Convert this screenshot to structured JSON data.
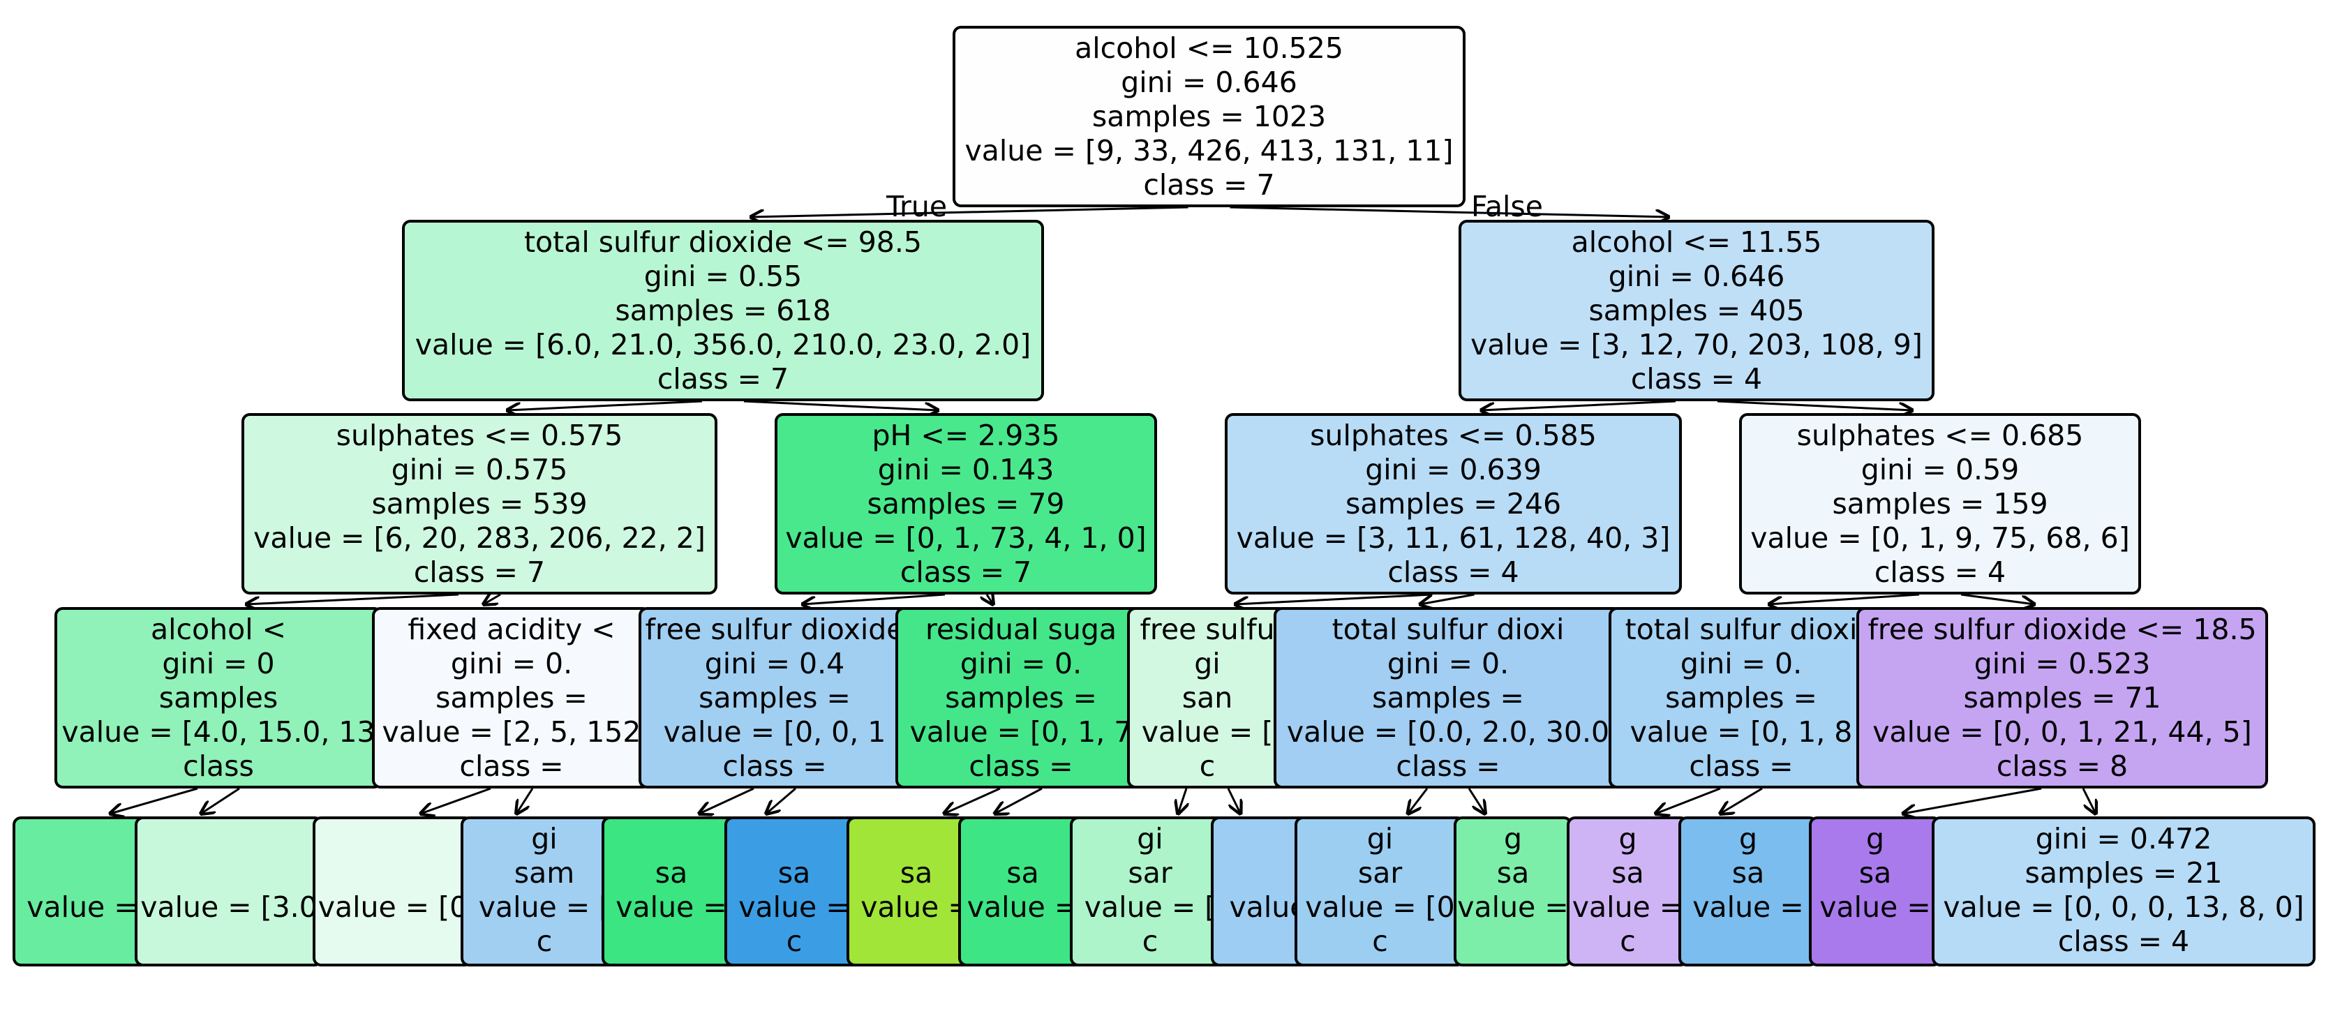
{
  "edge_labels": {
    "left": "True",
    "right": "False"
  },
  "nodes": {
    "root": {
      "color": "#fdfefd",
      "lines": [
        "alcohol <= 10.525",
        "gini = 0.646",
        "samples = 1023",
        "value = [9, 33, 426, 413, 131, 11]",
        "class = 7"
      ]
    },
    "n1": {
      "color": "#b7f6d2",
      "lines": [
        "total sulfur dioxide <= 98.5",
        "gini = 0.55",
        "samples = 618",
        "value = [6.0, 21.0, 356.0, 210.0, 23.0, 2.0]",
        "class = 7"
      ]
    },
    "n2": {
      "color": "#bfdff7",
      "lines": [
        "alcohol <= 11.55",
        "gini = 0.646",
        "samples = 405",
        "value = [3, 12, 70, 203, 108, 9]",
        "class = 4"
      ]
    },
    "n3": {
      "color": "#cff8e0",
      "lines": [
        "sulphates <= 0.575",
        "gini = 0.575",
        "samples = 539",
        "value = [6, 20, 283, 206, 22, 2]",
        "class = 7"
      ]
    },
    "n4": {
      "color": "#49e88c",
      "lines": [
        "pH <= 2.935",
        "gini = 0.143",
        "samples = 79",
        "value = [0, 1, 73, 4, 1, 0]",
        "class = 7"
      ]
    },
    "n5": {
      "color": "#b8dcf6",
      "lines": [
        "sulphates <= 0.585",
        "gini = 0.639",
        "samples = 246",
        "value = [3, 11, 61, 128, 40, 3]",
        "class = 4"
      ]
    },
    "n6": {
      "color": "#eff7fd",
      "lines": [
        "sulphates <= 0.685",
        "gini = 0.59",
        "samples = 159",
        "value = [0, 1, 9, 75, 68, 6]",
        "class = 4"
      ]
    },
    "l3a": {
      "color": "#90f1b9",
      "lines": [
        "alcohol <",
        "gini = 0",
        "samples",
        "value = [4.0, 15.0, 13",
        "class"
      ]
    },
    "l3b": {
      "color": "#f6fafe",
      "lines": [
        "fixed acidity <",
        "gini = 0.",
        "samples =",
        "value = [2, 5, 152",
        "class ="
      ]
    },
    "l3c": {
      "color": "#a1cff2",
      "lines": [
        "free sulfur dioxide",
        "gini = 0.4",
        "samples =",
        "value = [0, 0, 1",
        "class ="
      ]
    },
    "l3d": {
      "color": "#44e689",
      "lines": [
        "residual suga",
        "gini = 0.",
        "samples =",
        "value = [0, 1, 7",
        "class ="
      ]
    },
    "l3e": {
      "color": "#d3f8e2",
      "lines": [
        "free sulfu",
        "gi",
        "san",
        "value = [",
        "c"
      ]
    },
    "l3f": {
      "color": "#a1cef2",
      "lines": [
        "total sulfur dioxi",
        "gini = 0.",
        "samples =",
        "value = [0.0, 2.0, 30.0",
        "class ="
      ]
    },
    "l3g": {
      "color": "#a6d2f3",
      "lines": [
        "total sulfur dioxi",
        "gini = 0.",
        "samples =",
        "value = [0, 1, 8",
        "class ="
      ]
    },
    "l3h": {
      "color": "#c5a5f2",
      "lines": [
        "free sulfur dioxide <= 18.5",
        "gini = 0.523",
        "samples = 71",
        "value = [0, 0, 1, 21, 44, 5]",
        "class = 8"
      ]
    },
    "l4a": {
      "color": "#68eca0",
      "lines": [
        "",
        "",
        "value =",
        "",
        ""
      ]
    },
    "l4b": {
      "color": "#c8f8db",
      "lines": [
        "",
        "",
        "value = [3.0",
        "",
        ""
      ]
    },
    "l4c": {
      "color": "#e5fbef",
      "lines": [
        "",
        "",
        "value = [0",
        "",
        ""
      ]
    },
    "l4d": {
      "color": "#a0cff2",
      "lines": [
        "gi",
        "sam",
        "value = [",
        "c",
        ""
      ]
    },
    "l4e": {
      "color": "#3ae582",
      "lines": [
        "",
        "sa",
        "value =",
        "",
        ""
      ]
    },
    "l4f": {
      "color": "#3b9ee5",
      "lines": [
        "",
        "sa",
        "value =",
        "c",
        ""
      ]
    },
    "l4g": {
      "color": "#a1e539",
      "lines": [
        "",
        "sa",
        "value =",
        "",
        ""
      ]
    },
    "l4h": {
      "color": "#3ee584",
      "lines": [
        "",
        "sa",
        "value =",
        "",
        ""
      ]
    },
    "l4i": {
      "color": "#adf4ca",
      "lines": [
        "gi",
        "sar",
        "value = [",
        "c",
        ""
      ]
    },
    "l4j": {
      "color": "#9dcdf2",
      "lines": [
        "",
        "",
        "value",
        "",
        ""
      ]
    },
    "l4k": {
      "color": "#9ccef2",
      "lines": [
        "gi",
        "sar",
        "value = [0",
        "c",
        ""
      ]
    },
    "l4l": {
      "color": "#7ceeaa",
      "lines": [
        "g",
        "sa",
        "value =",
        "",
        ""
      ]
    },
    "l4m": {
      "color": "#cfb4f5",
      "lines": [
        "g",
        "sa",
        "value =",
        "c",
        ""
      ]
    },
    "l4n": {
      "color": "#7bbdee",
      "lines": [
        "g",
        "sa",
        "value =",
        "",
        ""
      ]
    },
    "l4o": {
      "color": "#a97aec",
      "lines": [
        "g",
        "sa",
        "value =",
        "",
        ""
      ]
    },
    "l4p": {
      "color": "#b6dbf6",
      "lines": [
        "gini = 0.472",
        "samples = 21",
        "value = [0, 0, 0, 13, 8, 0]",
        "class = 4"
      ]
    }
  }
}
